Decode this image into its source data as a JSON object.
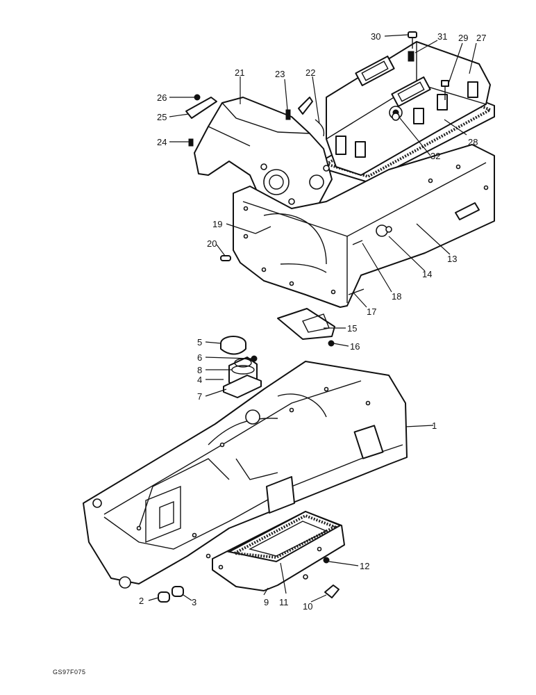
{
  "callouts": [
    {
      "id": "c1",
      "label": "1"
    },
    {
      "id": "c2",
      "label": "2"
    },
    {
      "id": "c3",
      "label": "3"
    },
    {
      "id": "c4",
      "label": "4"
    },
    {
      "id": "c5",
      "label": "5"
    },
    {
      "id": "c6",
      "label": "6"
    },
    {
      "id": "c7",
      "label": "7"
    },
    {
      "id": "c8",
      "label": "8"
    },
    {
      "id": "c9",
      "label": "9"
    },
    {
      "id": "c10",
      "label": "10"
    },
    {
      "id": "c11",
      "label": "11"
    },
    {
      "id": "c12",
      "label": "12"
    },
    {
      "id": "c13",
      "label": "13"
    },
    {
      "id": "c14",
      "label": "14"
    },
    {
      "id": "c15",
      "label": "15"
    },
    {
      "id": "c16",
      "label": "16"
    },
    {
      "id": "c17",
      "label": "17"
    },
    {
      "id": "c18",
      "label": "18"
    },
    {
      "id": "c19",
      "label": "19"
    },
    {
      "id": "c20",
      "label": "20"
    },
    {
      "id": "c21",
      "label": "21"
    },
    {
      "id": "c22",
      "label": "22"
    },
    {
      "id": "c23",
      "label": "23"
    },
    {
      "id": "c24",
      "label": "24"
    },
    {
      "id": "c25",
      "label": "25"
    },
    {
      "id": "c26",
      "label": "26"
    },
    {
      "id": "c27",
      "label": "27"
    },
    {
      "id": "c28",
      "label": "28"
    },
    {
      "id": "c29",
      "label": "29"
    },
    {
      "id": "c30",
      "label": "30"
    },
    {
      "id": "c31",
      "label": "31"
    },
    {
      "id": "c32",
      "label": "32"
    }
  ],
  "reference_code": "GS97F075"
}
